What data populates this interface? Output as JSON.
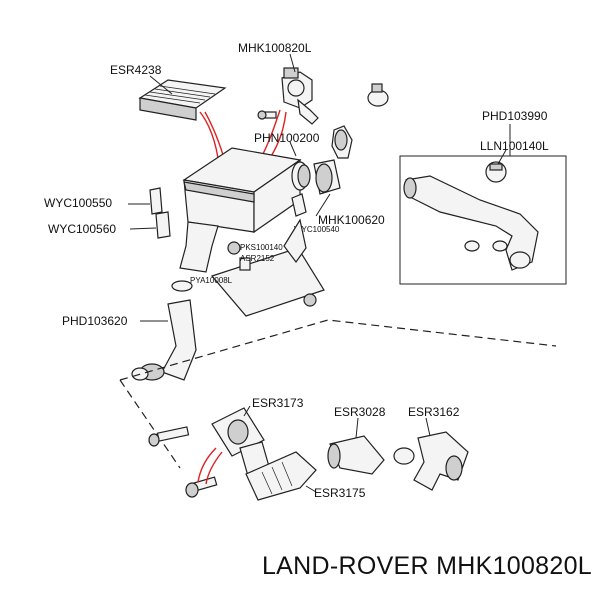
{
  "labels": {
    "esr4238": "ESR4238",
    "mhk100820l": "MHK100820L",
    "phn100200": "PHN100200",
    "phd103990": "PHD103990",
    "lln100140l": "LLN100140L",
    "wyc100550": "WYC100550",
    "wyc100560": "WYC100560",
    "wyc100540": "WYC100540",
    "mhk100620": "MHK100620",
    "pks100140": "PKS100140",
    "asr2152": "ASR2152",
    "pya10008l": "PYA10008L",
    "phd103620": "PHD103620",
    "esr3173": "ESR3173",
    "esr3028": "ESR3028",
    "esr3162": "ESR3162",
    "esr3175": "ESR3175"
  },
  "caption": "LAND-ROVER MHK100820L",
  "colors": {
    "ink": "#111111",
    "highlight": "#dd2222",
    "background": "#ffffff"
  }
}
